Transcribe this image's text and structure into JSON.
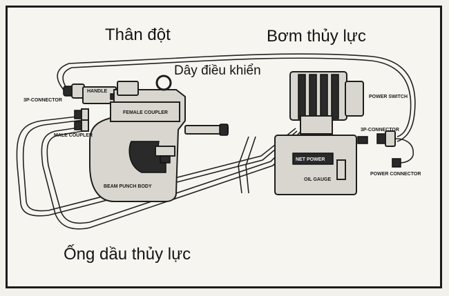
{
  "labels": {
    "punch_body": "Thân đột",
    "hydraulic_pump": "Bơm thủy lực",
    "control_cable": "Dây điều khiển",
    "hydraulic_hose": "Ống dầu thủy lực"
  },
  "parts": {
    "connector_3p_left": "3P-CONNECTOR",
    "handle": "HANDLE",
    "female_coupler": "FEMALE COUPLER",
    "male_coupler": "MALE COUPLER",
    "beam_punch_body": "BEAM PUNCH BODY",
    "power_switch": "POWER SWITCH",
    "connector_3p_right": "3P-CONNECTOR",
    "power_connector": "POWER CONNECTOR",
    "pump_nameplate": "NET POWER",
    "oil_gauge": "OIL GAUGE"
  },
  "colors": {
    "line": "#222222",
    "part_fill": "#d9d6cf",
    "background": "#f7f5f0"
  }
}
